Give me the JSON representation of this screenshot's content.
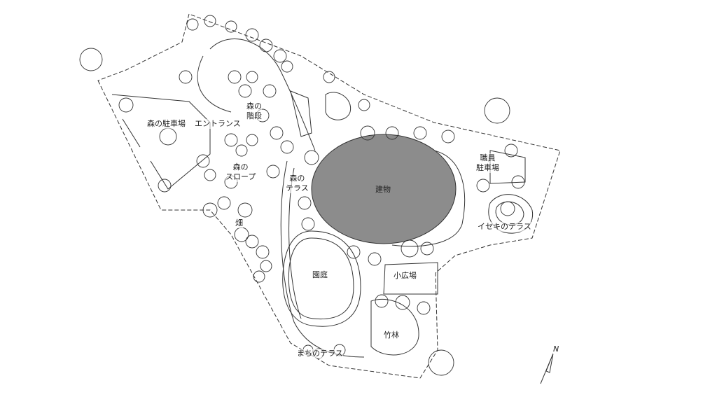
{
  "labels": {
    "forest_parking": "森の駐車場",
    "entrance": "エントランス",
    "forest_stairs_1": "森の",
    "forest_stairs_2": "階段",
    "forest_slope_1": "森の",
    "forest_slope_2": "スロープ",
    "forest_terrace_1": "森の",
    "forest_terrace_2": "テラス",
    "building": "建物",
    "staff_parking_1": "職員",
    "staff_parking_2": "駐車場",
    "iseki_terrace": "イセキのテラス",
    "field": "畑",
    "garden": "園庭",
    "small_plaza": "小広場",
    "bamboo_grove": "竹林",
    "town_terrace": "まちのテラス",
    "north": "N"
  },
  "colors": {
    "building": "#8c8c8c",
    "line": "#333333",
    "background": "#ffffff"
  }
}
